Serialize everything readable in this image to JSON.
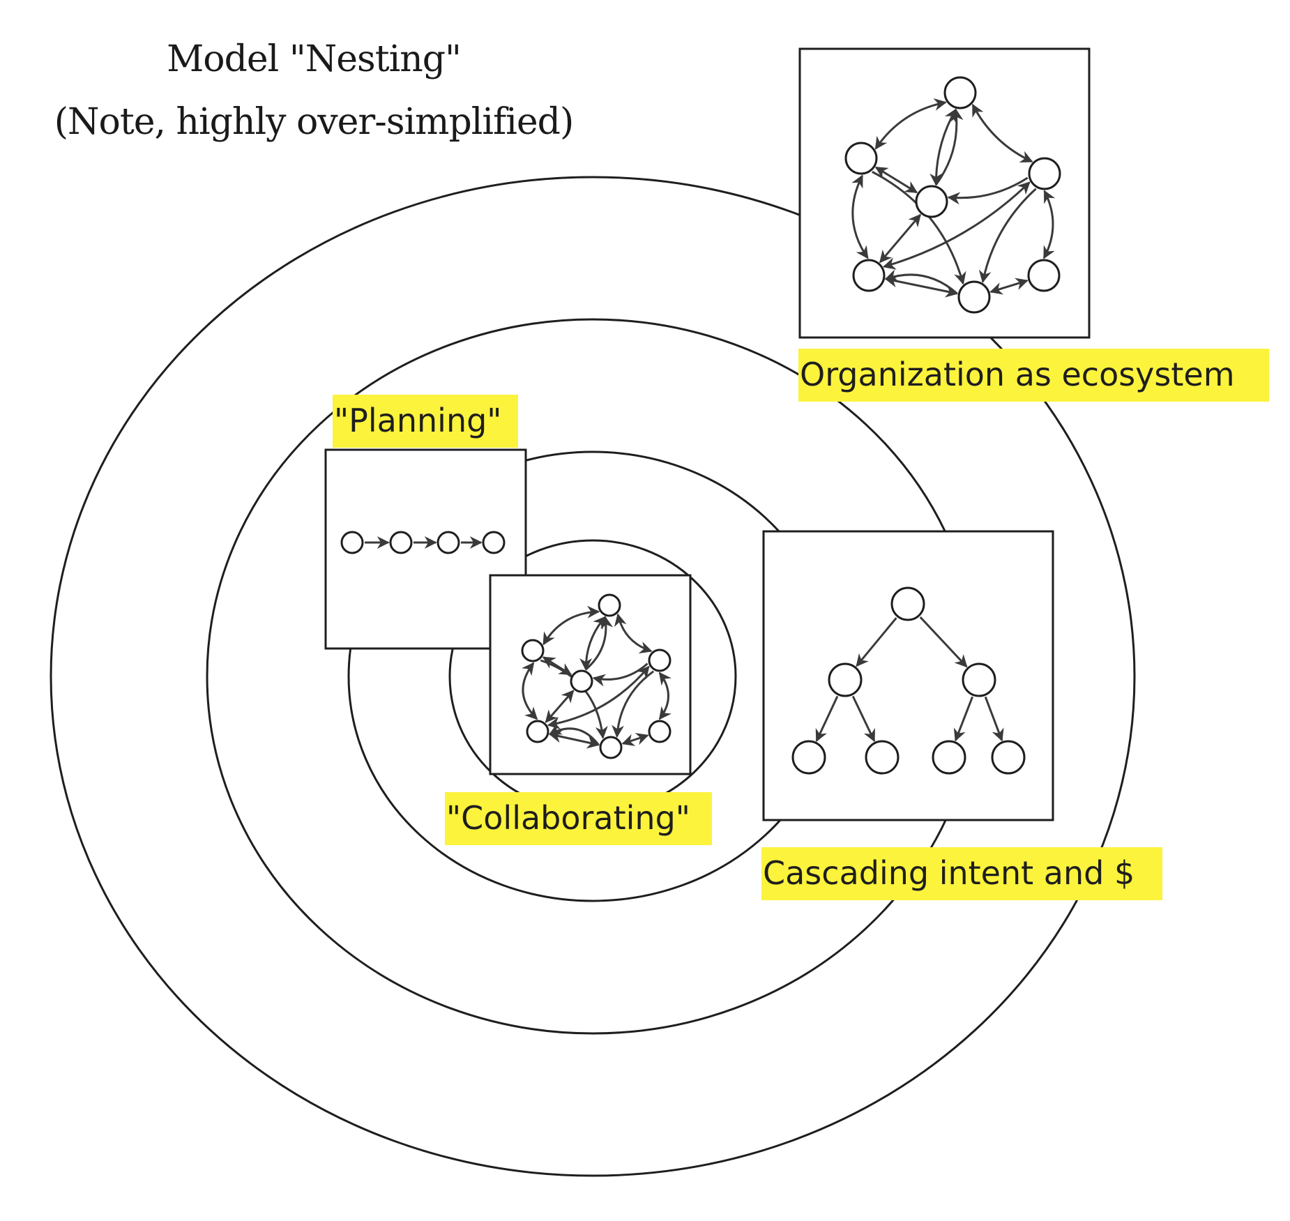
{
  "title": {
    "line1": "Model \"Nesting\"",
    "line2": "(Note, highly over-simplified)"
  },
  "labels": {
    "ecosystem": "Organization as ecosystem",
    "planning": "\"Planning\"",
    "collaborating": "\"Collaborating\"",
    "cascading": "Cascading intent and $"
  },
  "colors": {
    "highlight": "#fcf33d",
    "stroke": "#1e1e1e",
    "arrow": "#3a3a3a"
  }
}
